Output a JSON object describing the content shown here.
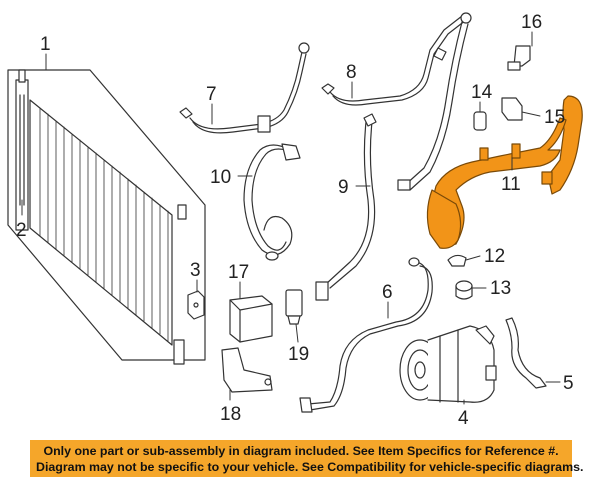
{
  "callouts": {
    "c1": "1",
    "c2": "2",
    "c3": "3",
    "c4": "4",
    "c5": "5",
    "c6": "6",
    "c7": "7",
    "c8": "8",
    "c9": "9",
    "c10": "10",
    "c11": "11",
    "c12": "12",
    "c13": "13",
    "c14": "14",
    "c15": "15",
    "c16": "16",
    "c17": "17",
    "c18": "18",
    "c19": "19"
  },
  "banner": {
    "line1": "Only one part or sub-assembly in diagram included. See Item Specifics for Reference #.",
    "line2": "Diagram may not be specific to your vehicle. See Compatibility for vehicle-specific diagrams."
  },
  "colors": {
    "banner_bg": "#f5a62a",
    "highlight_part": "#f29418",
    "line_art": "#333333"
  }
}
